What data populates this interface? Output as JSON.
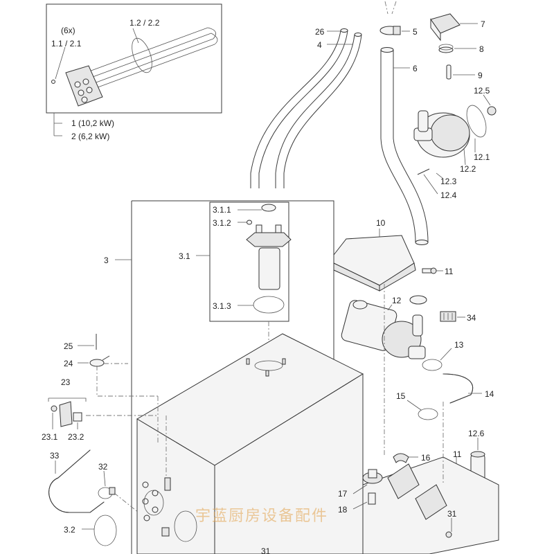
{
  "inset": {
    "count_note": "(6x)",
    "screw_label": "1.1 / 2.1",
    "ring_label": "1.2 / 2.2",
    "variant_1": "1 (10,2 kW)",
    "variant_2": "2 (6,2 kW)"
  },
  "labels": {
    "l26": "26",
    "l4": "4",
    "l5": "5",
    "l6": "6",
    "l7": "7",
    "l8": "8",
    "l9": "9",
    "l12_5": "12.5",
    "l12_1": "12.1",
    "l12_2": "12.2",
    "l12_3": "12.3",
    "l12_4": "12.4",
    "l3": "3",
    "l3_1": "3.1",
    "l3_1_1": "3.1.1",
    "l3_1_2": "3.1.2",
    "l3_1_3": "3.1.3",
    "l10": "10",
    "l11a": "11",
    "l12": "12",
    "l34": "34",
    "l13": "13",
    "l14": "14",
    "l15": "15",
    "l16": "16",
    "l12_6": "12.6",
    "l11b": "11",
    "l17": "17",
    "l18": "18",
    "l31a": "31",
    "l31b": "31",
    "l25": "25",
    "l24": "24",
    "l23": "23",
    "l23_1": "23.1",
    "l23_2": "23.2",
    "l33": "33",
    "l32": "32",
    "l3_2": "3.2"
  },
  "watermark": "宇蓝厨房设备配件"
}
